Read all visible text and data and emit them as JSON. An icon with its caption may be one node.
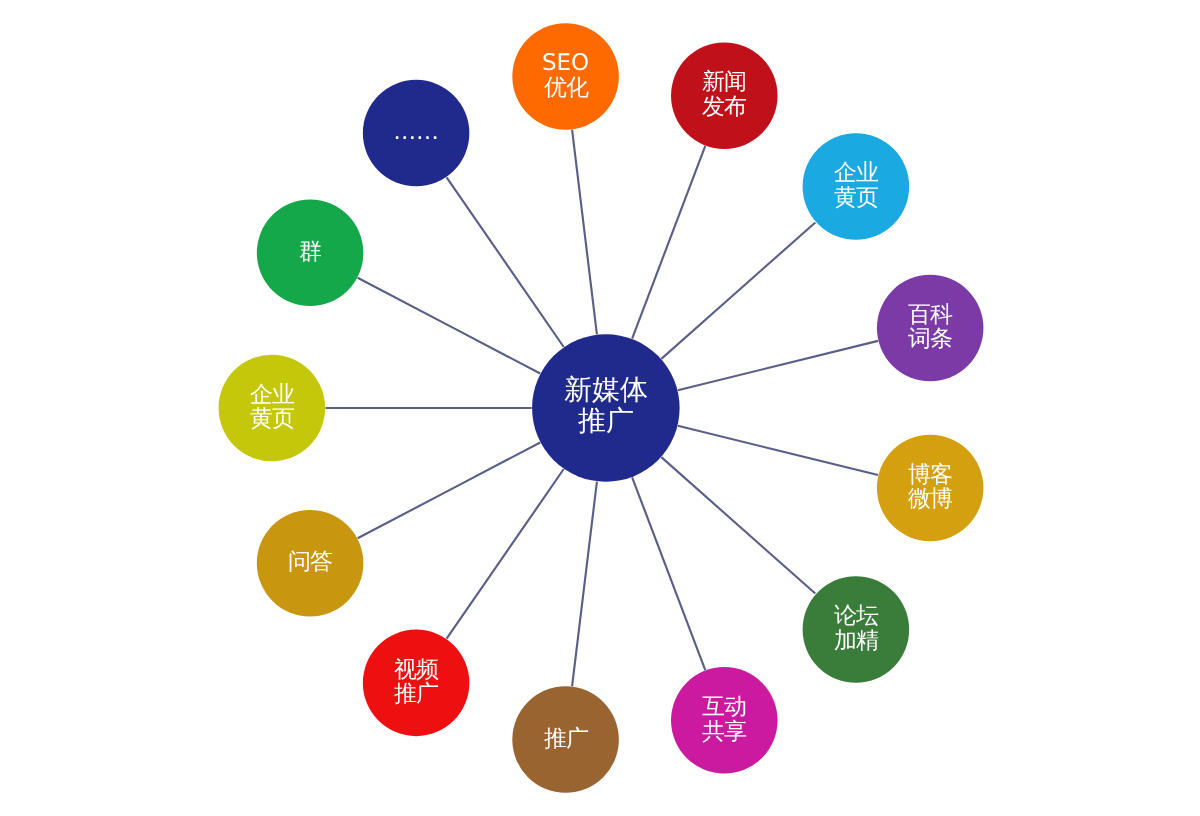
{
  "diagram": {
    "nodes": [
      {
        "text": [
          "新媒体推广"
        ]
      },
      {
        "text": [
          "百科词条"
        ]
      },
      {
        "text": [
          "企业黄页"
        ]
      },
      {
        "text": [
          "新闻发布"
        ]
      },
      {
        "text": [
          "SEO优化"
        ]
      },
      {
        "text": [
          "……"
        ]
      },
      {
        "text": [
          "群"
        ]
      },
      {
        "text": [
          "企业黄页"
        ]
      },
      {
        "text": [
          "问答"
        ]
      },
      {
        "text": [
          "视频推广"
        ]
      },
      {
        "text": [
          "推广"
        ]
      },
      {
        "text": [
          "互动共享"
        ]
      },
      {
        "text": [
          "论坛加精"
        ]
      },
      {
        "text": [
          "博客微博"
        ]
      }
    ],
    "edges": [
      {
        "from": 0,
        "to": 1,
        "arrow": "none"
      },
      {
        "from": 0,
        "to": 2,
        "arrow": "none"
      },
      {
        "from": 0,
        "to": 3,
        "arrow": "none"
      },
      {
        "from": 0,
        "to": 4,
        "arrow": "none"
      },
      {
        "from": 0,
        "to": 5,
        "arrow": "none"
      },
      {
        "from": 0,
        "to": 6,
        "arrow": "none"
      },
      {
        "from": 0,
        "to": 7,
        "arrow": "none"
      },
      {
        "from": 0,
        "to": 8,
        "arrow": "none"
      },
      {
        "from": 0,
        "to": 9,
        "arrow": "none"
      },
      {
        "from": 0,
        "to": 10,
        "arrow": "none"
      },
      {
        "from": 0,
        "to": 11,
        "arrow": "none"
      },
      {
        "from": 0,
        "to": 12,
        "arrow": "none"
      },
      {
        "from": 0,
        "to": 13,
        "arrow": "none"
      }
    ]
  }
}
